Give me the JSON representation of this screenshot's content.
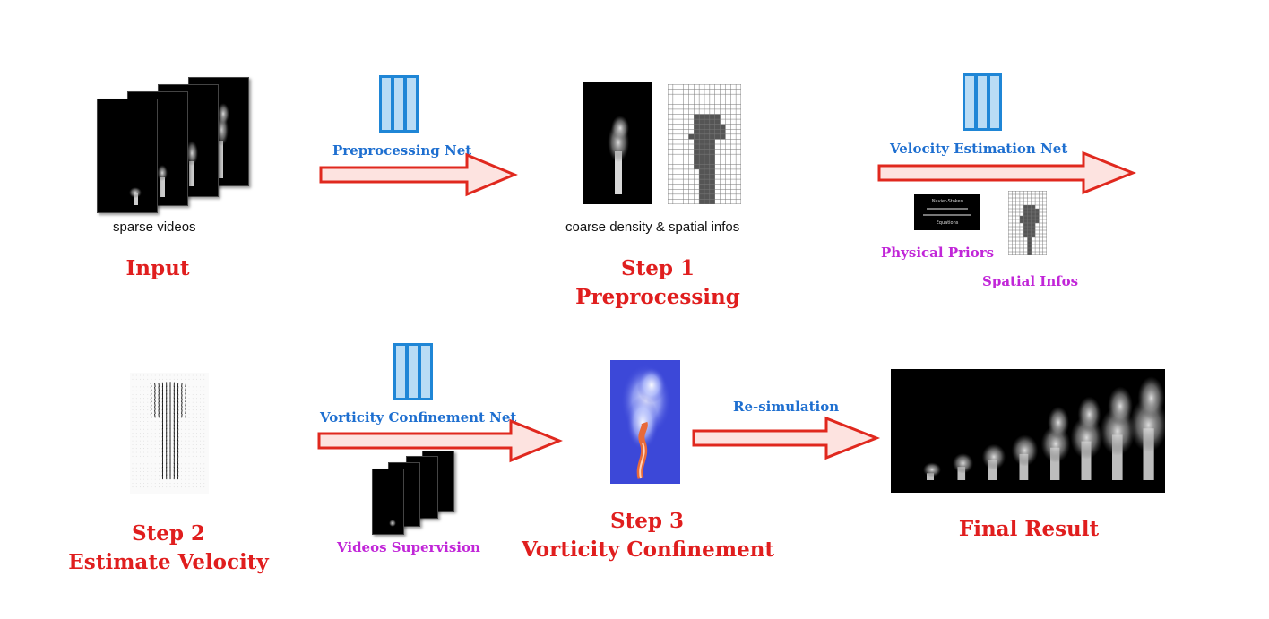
{
  "colors": {
    "stage_title": "#e01e1e",
    "net_label": "#1e6fd0",
    "prior_label": "#c126d8",
    "arrow_stroke": "#e0281e",
    "arrow_fill": "#fde3e0",
    "net_block_fill": "#b9dcf5",
    "net_block_stroke": "#1f86d6",
    "simulation_bg": "#3c48d8"
  },
  "input": {
    "caption": "sparse videos",
    "title": "Input",
    "icon": "video-frames-icon"
  },
  "step1": {
    "net_label": "Preprocessing Net",
    "caption": "coarse density & spatial infos",
    "title_line1": "Step 1",
    "title_line2": "Preprocessing"
  },
  "velocity_net": {
    "label": "Velocity Estimation Net",
    "physical_priors": "Physical Priors",
    "spatial_infos": "Spatial Infos",
    "equation_title": "Navier-Stokes",
    "equation_footer": "Equations"
  },
  "step2": {
    "title_line1": "Step 2",
    "title_line2": "Estimate Velocity"
  },
  "vorticity_net": {
    "label": "Vorticity Confinement Net",
    "supervision": "Videos Supervision"
  },
  "step3": {
    "title_line1": "Step 3",
    "title_line2": "Vorticity Confinement"
  },
  "resim": {
    "label": "Re-simulation"
  },
  "final": {
    "title": "Final Result"
  }
}
